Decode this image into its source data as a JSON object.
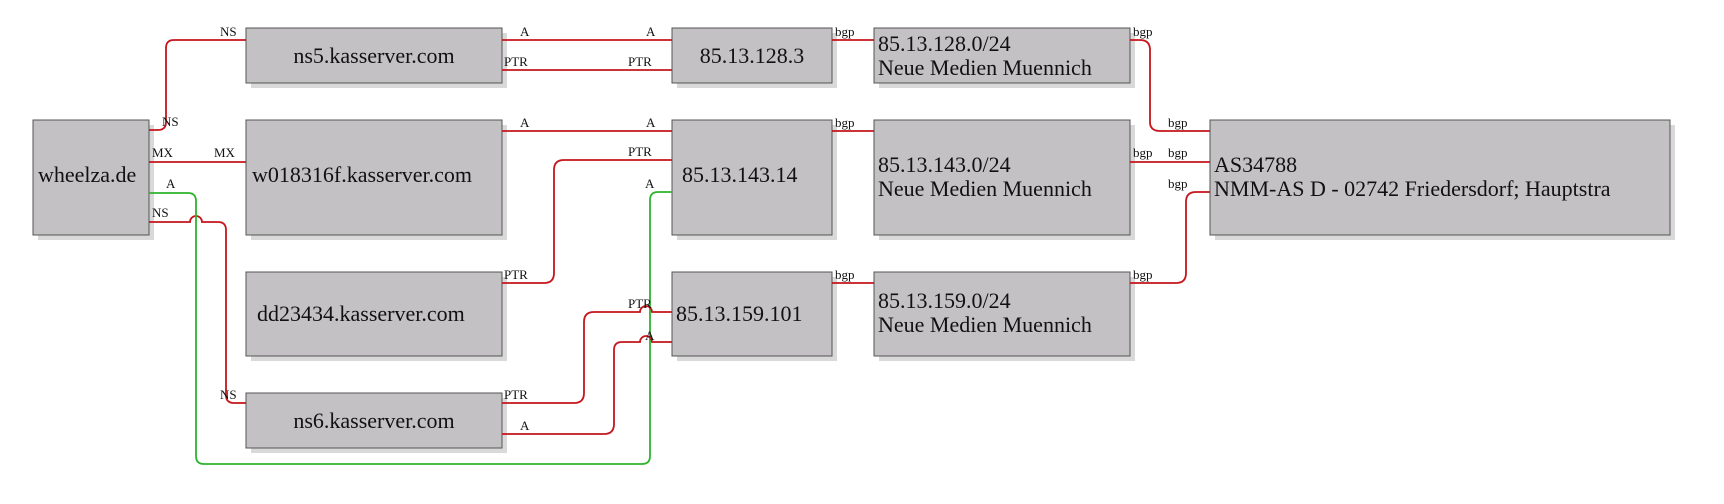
{
  "colors": {
    "dns": "#c4161c",
    "glue": "#2cb52c",
    "node_fill": "#c3c1c4"
  },
  "nodes": {
    "wheelza": {
      "lines": [
        "wheelza.de"
      ]
    },
    "ns5": {
      "lines": [
        "ns5.kasserver.com"
      ]
    },
    "w018316f": {
      "lines": [
        "w018316f.kasserver.com"
      ]
    },
    "dd23434": {
      "lines": [
        "dd23434.kasserver.com"
      ]
    },
    "ns6": {
      "lines": [
        "ns6.kasserver.com"
      ]
    },
    "ip128": {
      "lines": [
        "85.13.128.3"
      ]
    },
    "ip143": {
      "lines": [
        "85.13.143.14"
      ]
    },
    "ip159": {
      "lines": [
        "85.13.159.101"
      ]
    },
    "net128": {
      "lines": [
        "85.13.128.0/24",
        "Neue Medien Muennich"
      ]
    },
    "net143": {
      "lines": [
        "85.13.143.0/24",
        "Neue Medien Muennich"
      ]
    },
    "net159": {
      "lines": [
        "85.13.159.0/24",
        "Neue Medien Muennich"
      ]
    },
    "as": {
      "lines": [
        "AS34788",
        "NMM-AS D - 02742 Friedersdorf; Hauptstra"
      ]
    }
  },
  "edges": [
    {
      "id": "wheelza-ns5",
      "color": "dns",
      "labels": [
        "NS",
        "NS"
      ]
    },
    {
      "id": "wheelza-w018",
      "color": "dns",
      "labels": [
        "MX",
        "MX"
      ]
    },
    {
      "id": "wheelza-ns6",
      "color": "dns",
      "labels": [
        "NS",
        "NS"
      ]
    },
    {
      "id": "wheelza-ip143",
      "color": "glue",
      "labels": [
        "A",
        "A"
      ]
    },
    {
      "id": "ns5-ip128-a",
      "color": "dns",
      "labels": [
        "A",
        "A"
      ]
    },
    {
      "id": "ns5-ip128-ptr",
      "color": "dns",
      "labels": [
        "PTR",
        "PTR"
      ]
    },
    {
      "id": "w018-ip143-a",
      "color": "dns",
      "labels": [
        "A",
        "A"
      ]
    },
    {
      "id": "dd-ip143-ptr",
      "color": "dns",
      "labels": [
        "PTR",
        "PTR"
      ]
    },
    {
      "id": "ns6-ip159-ptr",
      "color": "dns",
      "labels": [
        "PTR",
        "PTR"
      ]
    },
    {
      "id": "ns6-ip159-a",
      "color": "dns",
      "labels": [
        "A",
        "A"
      ]
    },
    {
      "id": "ip128-net128",
      "color": "dns",
      "labels": [
        "bgp"
      ]
    },
    {
      "id": "ip143-net143",
      "color": "dns",
      "labels": [
        "bgp"
      ]
    },
    {
      "id": "ip159-net159",
      "color": "dns",
      "labels": [
        "bgp"
      ]
    },
    {
      "id": "net128-as",
      "color": "dns",
      "labels": [
        "bgp",
        "bgp"
      ]
    },
    {
      "id": "net143-as",
      "color": "dns",
      "labels": [
        "bgp",
        "bgp"
      ]
    },
    {
      "id": "net159-as",
      "color": "dns",
      "labels": [
        "bgp",
        "bgp"
      ]
    }
  ]
}
